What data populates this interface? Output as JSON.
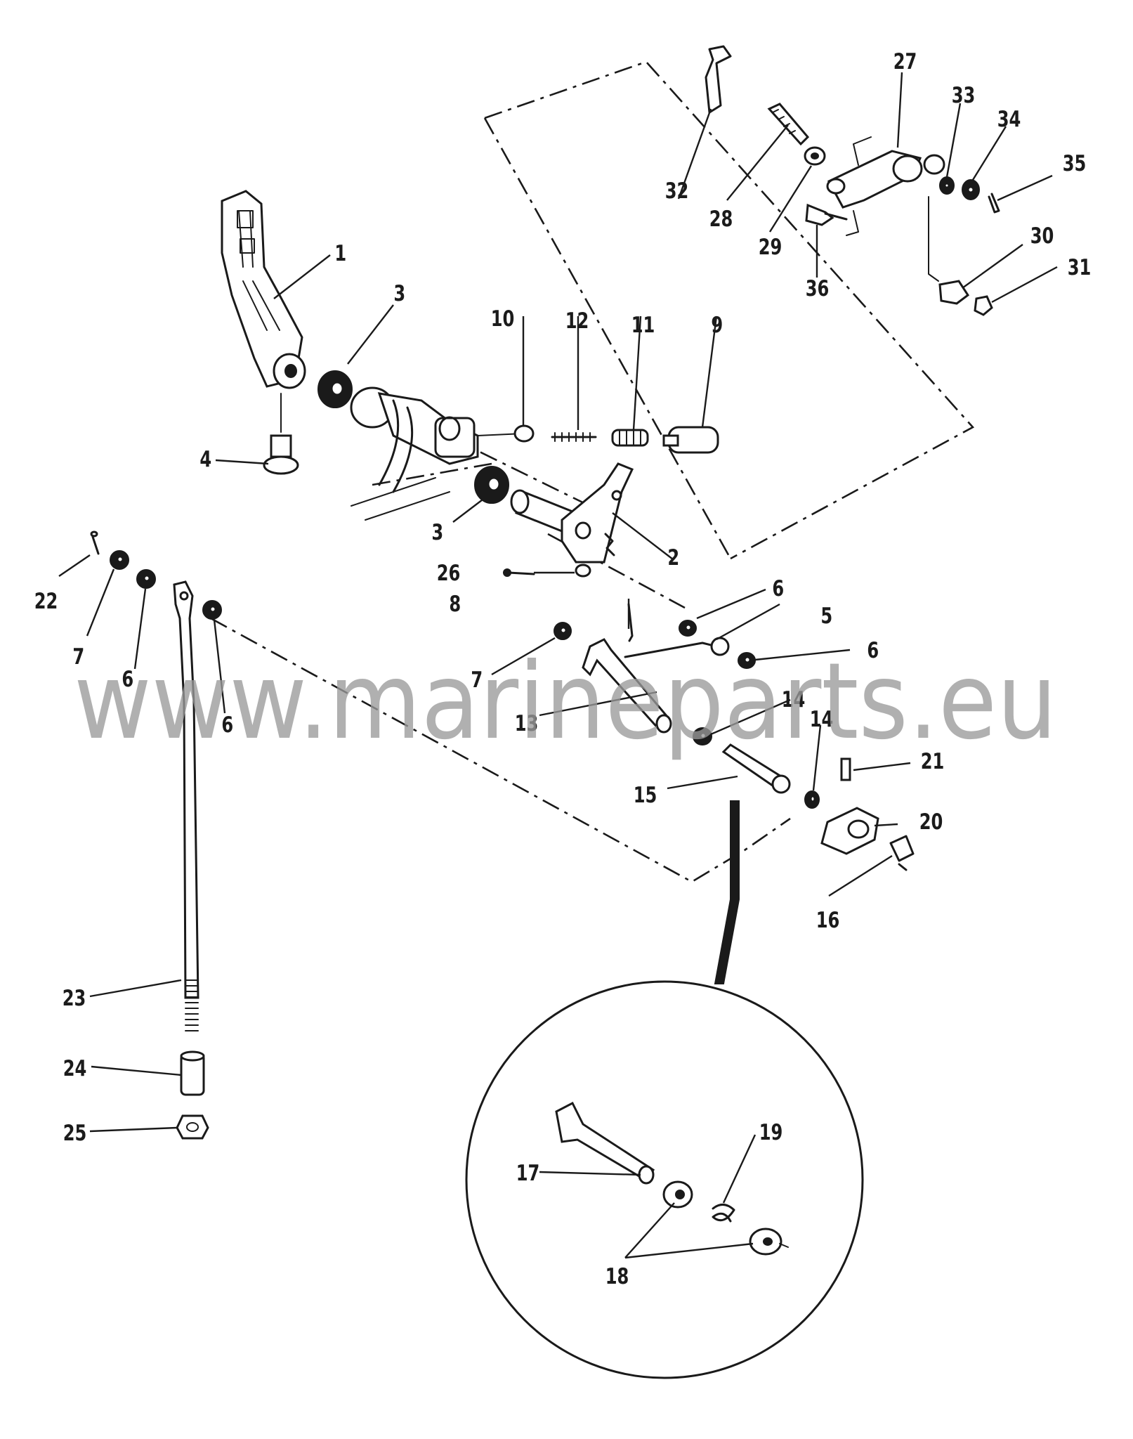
{
  "watermark": "www.marineparts.eu",
  "labels": {
    "p1": "1",
    "p2": "2",
    "p3a": "3",
    "p3b": "3",
    "p4": "4",
    "p5": "5",
    "p6a": "6",
    "p6b": "6",
    "p6c": "6",
    "p6d": "6",
    "p7a": "7",
    "p7b": "7",
    "p8": "8",
    "p9": "9",
    "p10": "10",
    "p11": "11",
    "p12": "12",
    "p13": "13",
    "p14a": "14",
    "p14b": "14",
    "p15": "15",
    "p16": "16",
    "p17": "17",
    "p18": "18",
    "p19": "19",
    "p20": "20",
    "p21": "21",
    "p22": "22",
    "p23": "23",
    "p24": "24",
    "p25": "25",
    "p26": "26",
    "p27": "27",
    "p28": "28",
    "p29": "29",
    "p30": "30",
    "p31": "31",
    "p32": "32",
    "p33": "33",
    "p34": "34",
    "p35": "35",
    "p36": "36"
  }
}
